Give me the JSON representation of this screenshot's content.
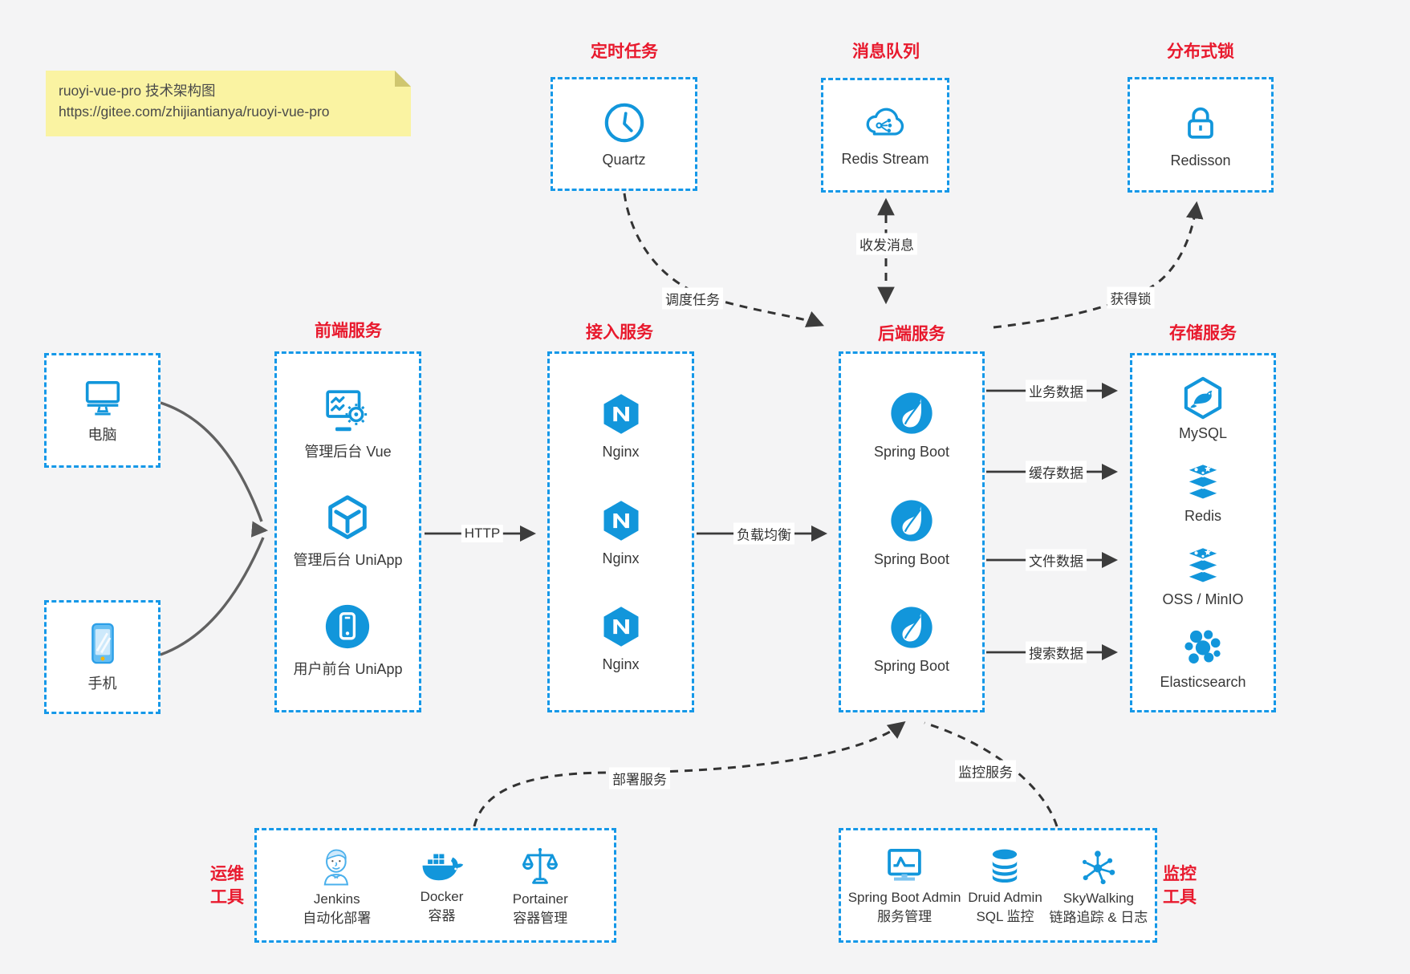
{
  "note": {
    "line1": "ruoyi-vue-pro 技术架构图",
    "line2": "https://gitee.com/zhijiantianya/ruoyi-vue-pro"
  },
  "colors": {
    "accent_blue": "#1296db",
    "border_blue": "#1598e8",
    "title_red": "#e8192d",
    "text_dark": "#383838",
    "note_bg": "#faf3a2",
    "canvas_bg": "#f4f4f5"
  },
  "top_groups": [
    {
      "title": "定时任务",
      "item": "Quartz"
    },
    {
      "title": "消息队列",
      "item": "Redis Stream"
    },
    {
      "title": "分布式锁",
      "item": "Redisson"
    }
  ],
  "clients": [
    {
      "label": "电脑"
    },
    {
      "label": "手机"
    }
  ],
  "columns": [
    {
      "title": "前端服务",
      "items": [
        "管理后台 Vue",
        "管理后台 UniApp",
        "用户前台 UniApp"
      ]
    },
    {
      "title": "接入服务",
      "items": [
        "Nginx",
        "Nginx",
        "Nginx"
      ]
    },
    {
      "title": "后端服务",
      "items": [
        "Spring Boot",
        "Spring Boot",
        "Spring Boot"
      ]
    },
    {
      "title": "存储服务",
      "items": [
        "MySQL",
        "Redis",
        "OSS / MinIO",
        "Elasticsearch"
      ]
    }
  ],
  "bottom_groups": [
    {
      "title_line1": "运维",
      "title_line2": "工具",
      "items": [
        {
          "name": "Jenkins",
          "desc": "自动化部署"
        },
        {
          "name": "Docker",
          "desc": "容器"
        },
        {
          "name": "Portainer",
          "desc": "容器管理"
        }
      ]
    },
    {
      "title_line1": "监控",
      "title_line2": "工具",
      "items": [
        {
          "name": "Spring Boot Admin",
          "desc": "服务管理"
        },
        {
          "name": "Druid Admin",
          "desc": "SQL 监控"
        },
        {
          "name": "SkyWalking",
          "desc": "链路追踪 & 日志"
        }
      ]
    }
  ],
  "edges": {
    "http": "HTTP",
    "load_balance": "负载均衡",
    "business_data": "业务数据",
    "cache_data": "缓存数据",
    "file_data": "文件数据",
    "search_data": "搜索数据",
    "schedule_job": "调度任务",
    "send_receive_message": "收发消息",
    "acquire_lock": "获得锁",
    "deploy_service": "部署服务",
    "monitor_service": "监控服务"
  }
}
